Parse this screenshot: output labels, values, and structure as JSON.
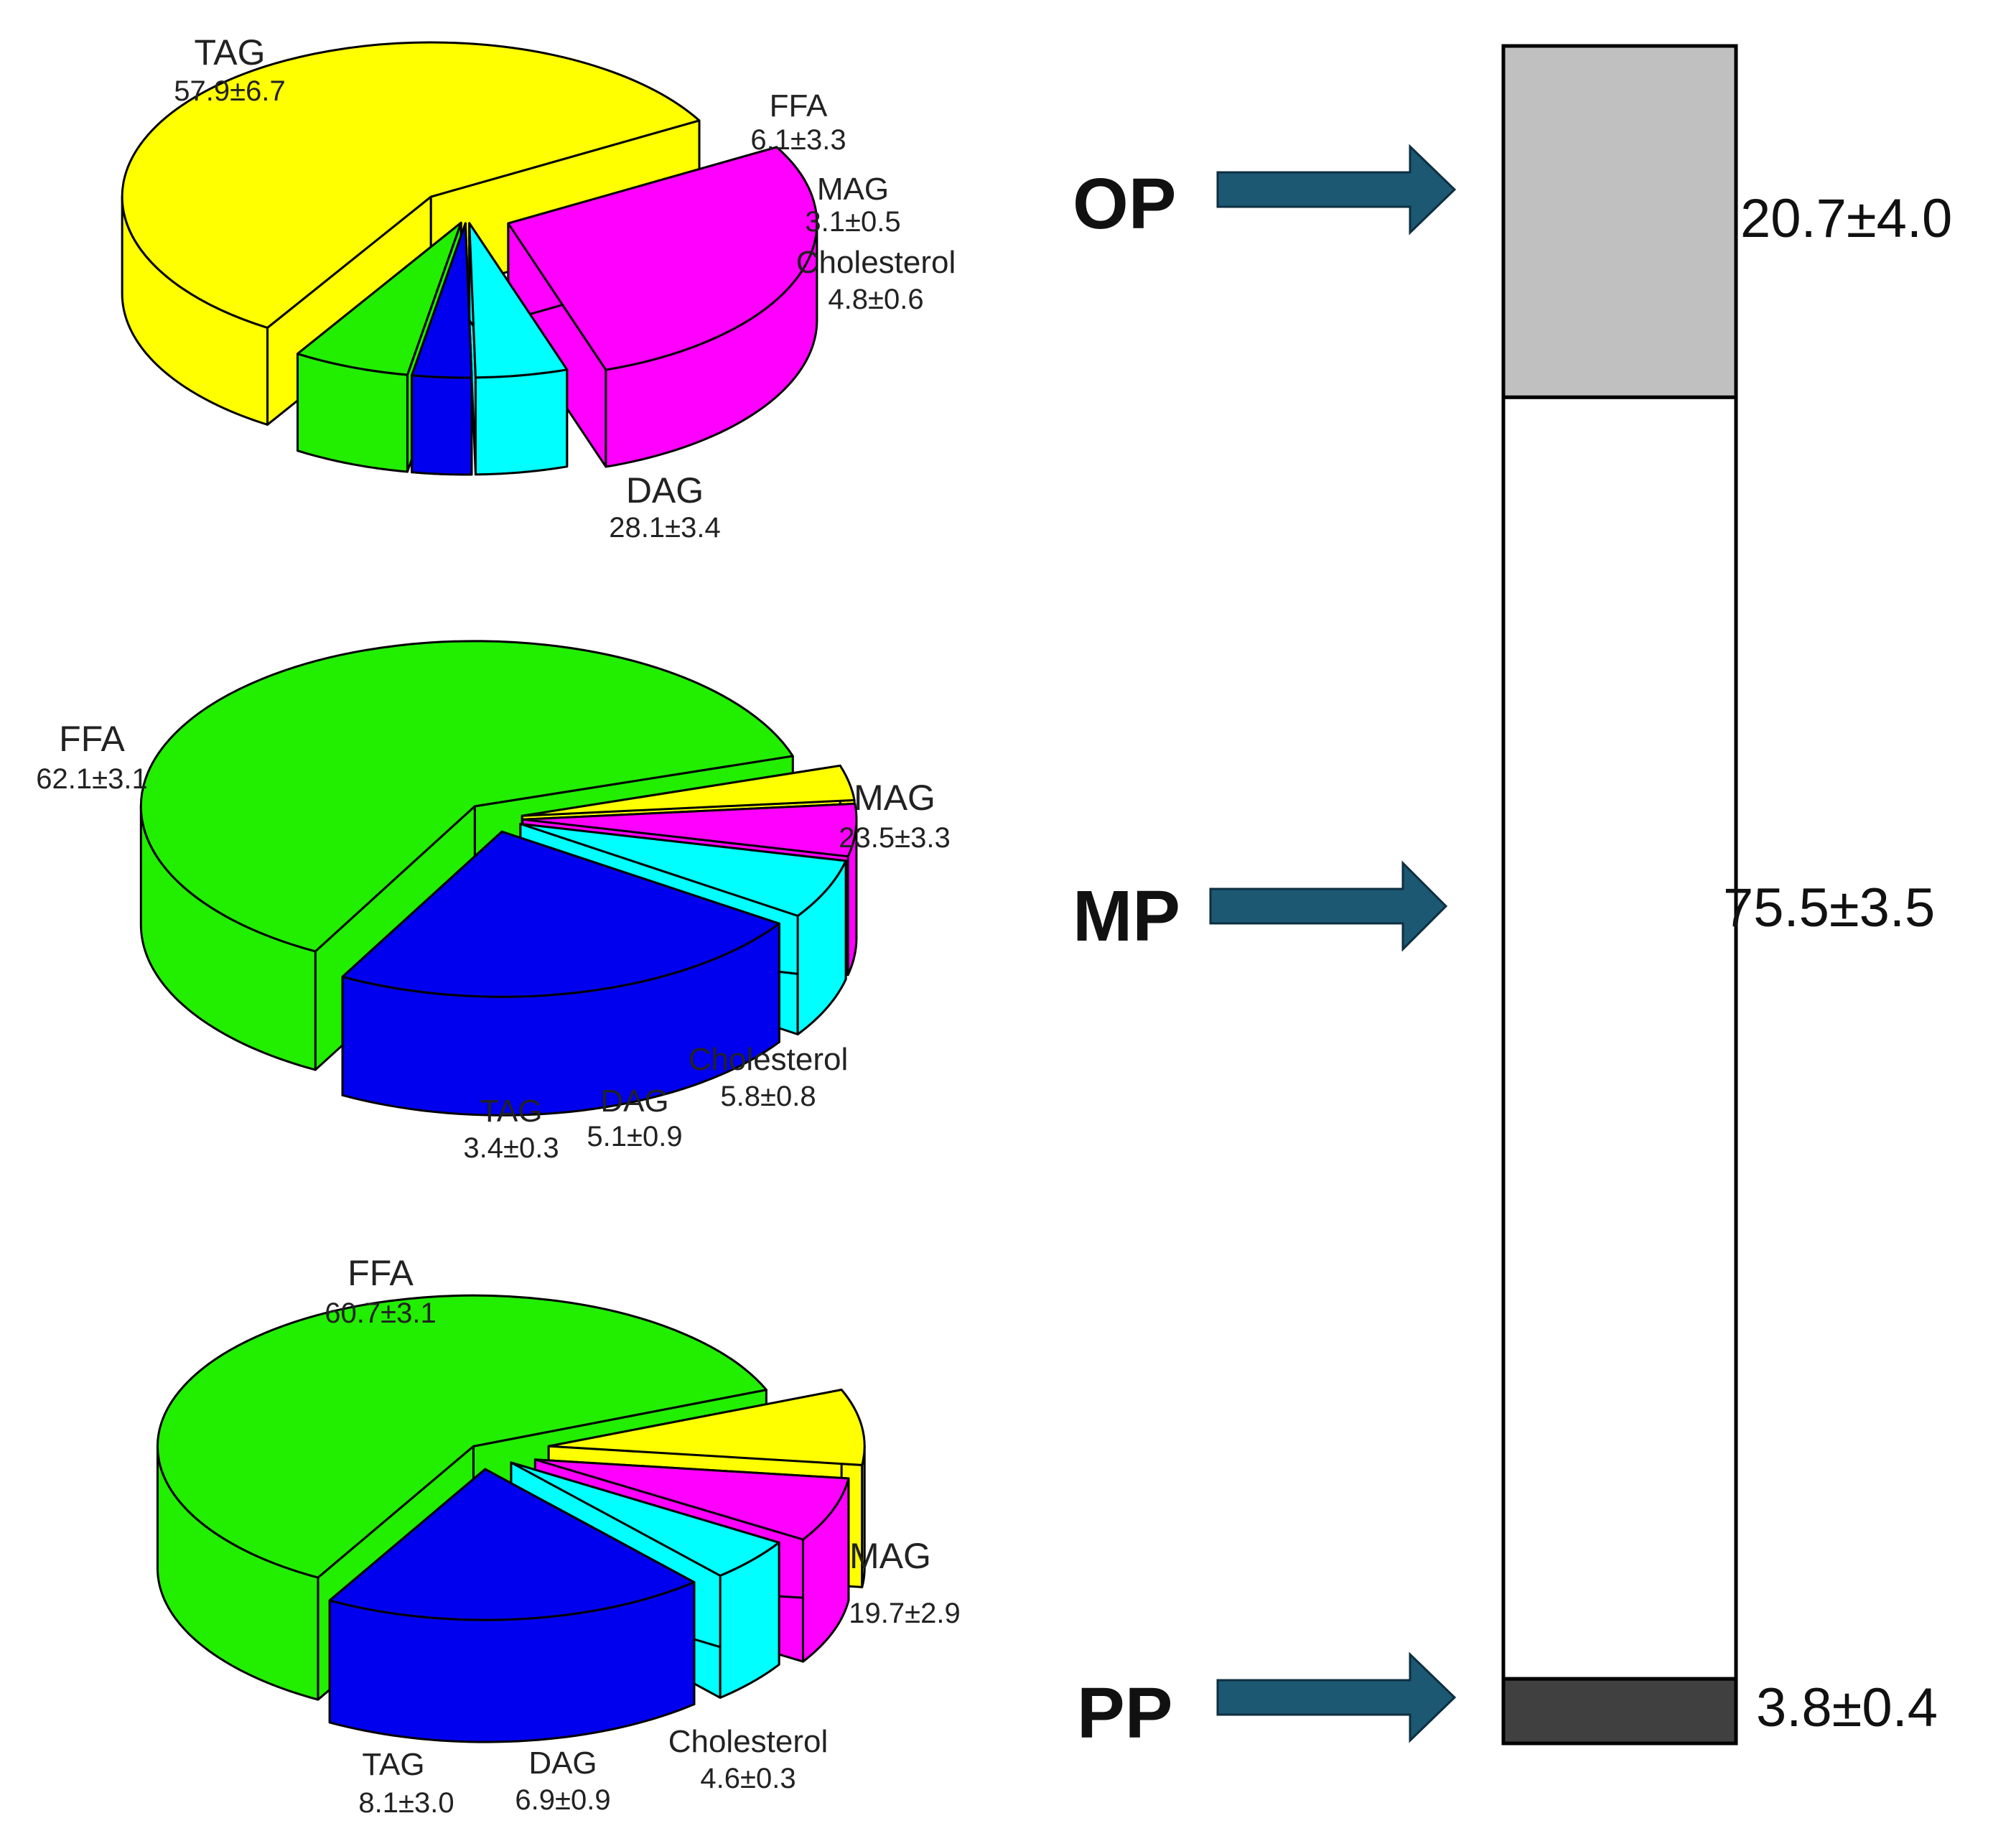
{
  "colors": {
    "TAG": "#ffff00",
    "FFA": "#22ee00",
    "MAG": "#0000ee",
    "Cholesterol": "#00ffff",
    "DAG": "#ff00ff",
    "arrow": "#1d5873",
    "outline": "#000000",
    "OP_segment": "#c0c0c0",
    "MP_segment": "#ffffff",
    "PP_segment": "#404040"
  },
  "chart_data": [
    {
      "type": "pie",
      "slices": [
        {
          "name": "TAG",
          "value": 57.9,
          "label_name": "TAG",
          "label_value": "57.9±6.7"
        },
        {
          "name": "FFA",
          "value": 6.1,
          "label_name": "FFA",
          "label_value": "6.1±3.3"
        },
        {
          "name": "MAG",
          "value": 3.1,
          "label_name": "MAG",
          "label_value": "3.1±0.5"
        },
        {
          "name": "Cholesterol",
          "value": 4.8,
          "label_name": "Cholesterol",
          "label_value": "4.8±0.6"
        },
        {
          "name": "DAG",
          "value": 28.1,
          "label_name": "DAG",
          "label_value": "28.1±3.4"
        }
      ]
    },
    {
      "type": "pie",
      "slices": [
        {
          "name": "FFA",
          "value": 62.1,
          "label_name": "FFA",
          "label_value": "62.1±3.1"
        },
        {
          "name": "MAG",
          "value": 23.5,
          "label_name": "MAG",
          "label_value": "23.5±3.3"
        },
        {
          "name": "Cholesterol",
          "value": 5.8,
          "label_name": "Cholesterol",
          "label_value": "5.8±0.8"
        },
        {
          "name": "DAG",
          "value": 5.1,
          "label_name": "DAG",
          "label_value": "5.1±0.9"
        },
        {
          "name": "TAG",
          "value": 3.4,
          "label_name": "TAG",
          "label_value": "3.4±0.3"
        }
      ]
    },
    {
      "type": "pie",
      "slices": [
        {
          "name": "FFA",
          "value": 60.7,
          "label_name": "FFA",
          "label_value": "60.7±3.1"
        },
        {
          "name": "MAG",
          "value": 19.7,
          "label_name": "MAG",
          "label_value": "19.7±2.9"
        },
        {
          "name": "Cholesterol",
          "value": 4.6,
          "label_name": "Cholesterol",
          "label_value": "4.6±0.3"
        },
        {
          "name": "DAG",
          "value": 6.9,
          "label_name": "DAG",
          "label_value": "6.9±0.9"
        },
        {
          "name": "TAG",
          "value": 8.1,
          "label_name": "TAG",
          "label_value": "8.1±3.0"
        }
      ]
    },
    {
      "type": "bar",
      "stacked": true,
      "segments": [
        {
          "name": "OP",
          "value": 20.7,
          "label": "20.7±4.0"
        },
        {
          "name": "MP",
          "value": 75.5,
          "label": "75.5±3.5"
        },
        {
          "name": "PP",
          "value": 3.8,
          "label": "3.8±0.4"
        }
      ]
    }
  ],
  "phases": [
    {
      "name": "OP",
      "label": "OP"
    },
    {
      "name": "MP",
      "label": "MP"
    },
    {
      "name": "PP",
      "label": "PP"
    }
  ]
}
